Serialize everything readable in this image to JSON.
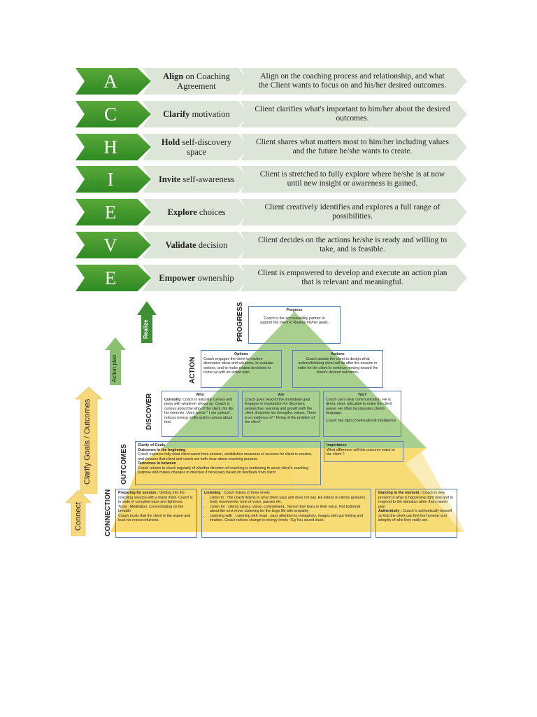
{
  "achieve": [
    {
      "letter": "A",
      "step_bold": "Align",
      "step_rest": " on Coaching Agreement",
      "description": "Align on the coaching process and relationship, and what the Client wants to focus on and his/her desired outcomes."
    },
    {
      "letter": "C",
      "step_bold": "Clarify",
      "step_rest": " motivation",
      "description": "Client clarifies what's important to him/her about the desired outcomes."
    },
    {
      "letter": "H",
      "step_bold": "Hold",
      "step_rest": " self-discovery space",
      "description": "Client shares what matters most to him/her including values and the future he/she wants to create."
    },
    {
      "letter": "I",
      "step_bold": "Invite",
      "step_rest": " self-awareness",
      "description": "Client is stretched to fully explore where he/she is at now until new insight or awareness is gained."
    },
    {
      "letter": "E",
      "step_bold": "Explore",
      "step_rest": " choices",
      "description": "Client creatively identifies and explores a full range of possibilities."
    },
    {
      "letter": "V",
      "step_bold": "Validate",
      "step_rest": " decision",
      "description": "Client decides on the actions he/she is ready and willing to take, and is feasible."
    },
    {
      "letter": "E",
      "step_bold": "Empower",
      "step_rest": " ownership",
      "description": "Client is empowered to develop and execute an action plan that is relevant and meaningful."
    }
  ],
  "arrows": {
    "realize": "Realize",
    "action_plan": "Action plan",
    "clarify": "Clarify  Goals / Outcomes",
    "connect": "Connect"
  },
  "levels": {
    "progress": "PROGRESS",
    "action": "ACTION",
    "discover": "DISCOVER",
    "outcomes": "OUTCOMES",
    "connection": "CONNECTION"
  },
  "boxes": {
    "progress": {
      "title": "Progress",
      "text": "Coach is the accountability partner to support the client to Realize his/her goals."
    },
    "options": {
      "title": "Options",
      "text": "Coach engages the client to explore alternative ideas and solutions, to evaluate options, and to make related decisions to come up with an action plan"
    },
    "actions": {
      "title": "Actions",
      "text": "Coach assists the client to design what actions/thinking client will do after the session in order for the client to continue moving toward the client's desired outcomes."
    },
    "who": {
      "title": "Who",
      "head": "Curiosity:",
      "text": " Coach is naturally curious and plays with whatever shows up. Coach is curious about the who of the client, his life, his interests.  Uses words \" I am curious\", notices energy shifts and is curious about that."
    },
    "are": {
      "title": "Are",
      "text": "Coach goes beyond the immediate goal Engages  in exploration for discovery, perspective, learning and growth with the client.  Explores his strengths, values, There is no evidence of \" Fixing of the problem of the client\""
    },
    "you": {
      "title": "You?",
      "text1": "Coach uses clear communication. He is direct, clear, articulate to make the client aware. He often incorporates clients language.",
      "text2": "Coach has high conversational intelligence"
    },
    "goals": {
      "title": "Clarity of Goals",
      "sub1": "Outcomes in the beginning",
      "text1": "Coach explores fully what client wants from session, establishes measures of success for client in session, and ensures that client and coach are both clear about coaching purpose.",
      "sub2": "Outcomes in between",
      "text2": "Coach returns to check regularly of whether direction of coaching is continuing to serve client's coaching purpose and makes changes in direction if necessary based on feedback from client"
    },
    "importance": {
      "title": "Importance",
      "text": "What difference will this outcome make to the client ?"
    },
    "prep": {
      "head": "Preparing for session :",
      "text": " Getting into the coaching session with a blank mind. Coach is in  state of complete ease  and lightness.",
      "tools": "Tools : Meditation, Concentrating on the breadth",
      "trust": "Coach trusts that the client is the expert  and trust his resourcefulness."
    },
    "listening": {
      "head": "Listening",
      "text": " : Coach listens in three levels",
      "items": [
        "Listen to  : The coach listens to  what client says and does not say. He listens to clients gestures, body movements, tone of voice, pauses etc.",
        "Listen for : clients values, vision, commitment,. Sense their fears in their voice. Not bothered about the next move  Listening for the large life with empathy",
        "Listening with : Listening with heart , pays attention to metaphors, images  with gut feeling and intuition. Coach notices change in energy levels –Eg  You sound stuck"
      ]
    },
    "dancing": {
      "head": "Dancing in the moment :",
      "text": " Coach is very  present to what is happening right now and to respond to the stimulus rather than master plan",
      "head2": "Authenticity :",
      "text2": " Coach is authentically himself so that the client can feel the honesty and integrity of who they really are."
    }
  },
  "colors": {
    "green_dark": "#2f8a22",
    "green_light": "#5aa83a",
    "row_bg": "#dde5d8",
    "pyramid_green": "#a5cf8a",
    "pyramid_yellow": "#f7d56a",
    "box_border": "#5b7cb0"
  }
}
